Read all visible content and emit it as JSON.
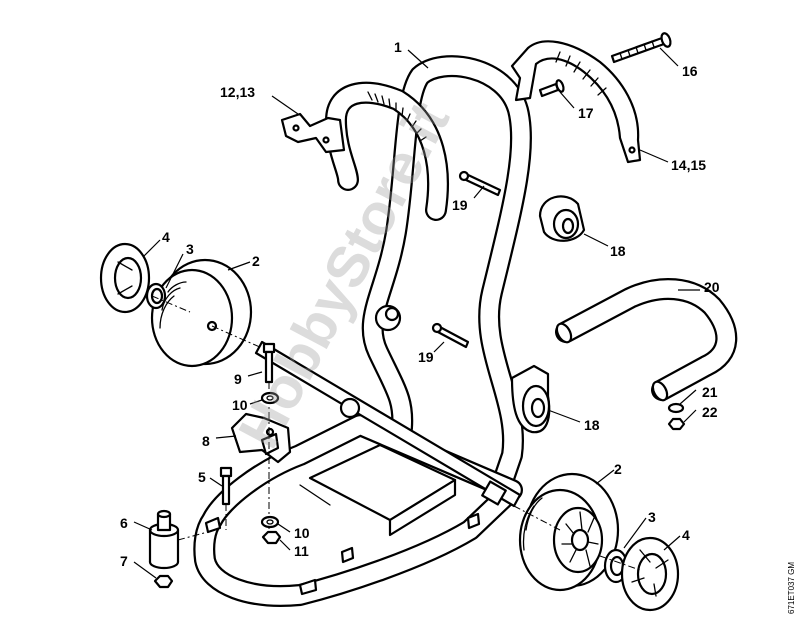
{
  "labels": {
    "p1": "1",
    "p1213": "12,13",
    "p16": "16",
    "p17": "17",
    "p1415": "14,15",
    "p19a": "19",
    "p18a": "18",
    "p4a": "4",
    "p3a": "3",
    "p2a": "2",
    "p20": "20",
    "p19b": "19",
    "p9": "9",
    "p21": "21",
    "p22": "22",
    "p10a": "10",
    "p18b": "18",
    "p8": "8",
    "p2b": "2",
    "p5": "5",
    "p3b": "3",
    "p6": "6",
    "p10b": "10",
    "p4b": "4",
    "p11": "11",
    "p7": "7"
  },
  "drawing_code": "671ET037 GM",
  "watermark": "HobbyStore.it"
}
